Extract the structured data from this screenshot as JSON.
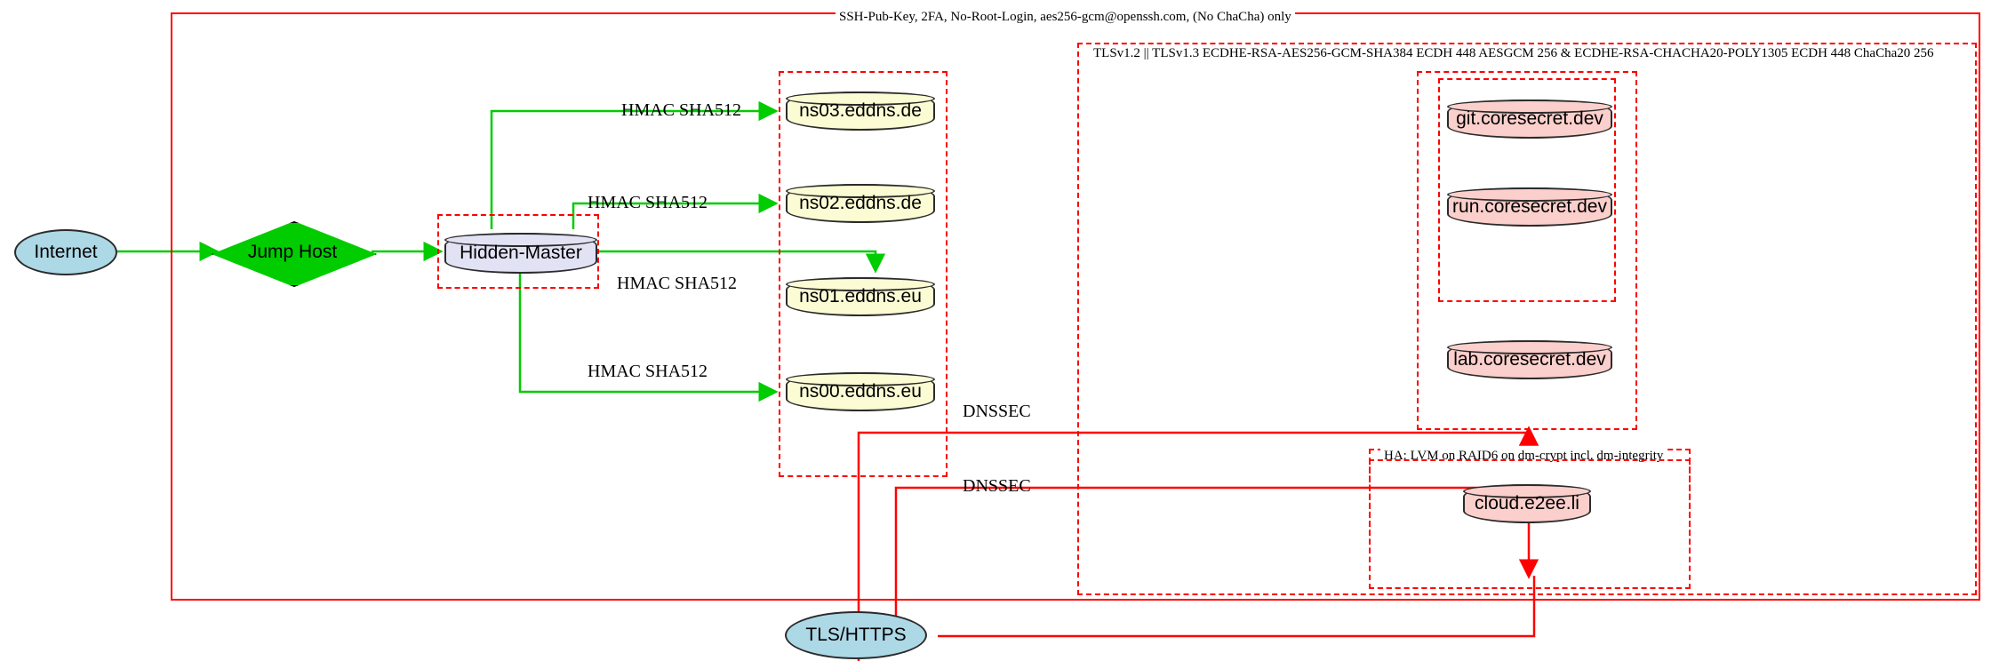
{
  "diagram": {
    "title": "Network security architecture",
    "clusters": [
      {
        "name": "ssh-perimeter",
        "label": "SSH-Pub-Key, 2FA, No-Root-Login, aes256-gcm@openssh.com, (No ChaCha) only"
      },
      {
        "name": "tls-perimeter",
        "label": "TLSv1.2 || TLSv1.3 ECDHE-RSA-AES256-GCM-SHA384 ECDH 448 AESGCM 256 & ECDHE-RSA-CHACHA20-POLY1305 ECDH 448 ChaCha20 256"
      },
      {
        "name": "ha-storage",
        "label": "HA: LVM on RAID6 on dm-crypt incl. dm-integrity"
      },
      {
        "name": "hidden-master-zone",
        "label": ""
      },
      {
        "name": "nameserver-zone",
        "label": ""
      },
      {
        "name": "coresecret-zone",
        "label": ""
      },
      {
        "name": "coresecret-inner-zone",
        "label": ""
      },
      {
        "name": "cloud-zone",
        "label": ""
      }
    ],
    "nodes": [
      {
        "name": "internet",
        "label": "Internet",
        "shape": "ellipse",
        "color": "#add8e6"
      },
      {
        "name": "jump-host",
        "label": "Jump Host",
        "shape": "diamond",
        "color": "#00cc00"
      },
      {
        "name": "hidden-master",
        "label": "Hidden-Master",
        "shape": "cylinder",
        "color": "#e2e2f5"
      },
      {
        "name": "ns03-eddns-de",
        "label": "ns03.eddns.de",
        "shape": "cylinder",
        "color": "#fbfbd4"
      },
      {
        "name": "ns02-eddns-de",
        "label": "ns02.eddns.de",
        "shape": "cylinder",
        "color": "#fbfbd4"
      },
      {
        "name": "ns01-eddns-eu",
        "label": "ns01.eddns.eu",
        "shape": "cylinder",
        "color": "#fbfbd4"
      },
      {
        "name": "ns00-eddns-eu",
        "label": "ns00.eddns.eu",
        "shape": "cylinder",
        "color": "#fbfbd4"
      },
      {
        "name": "git-coresecret",
        "label": "git.coresecret.dev",
        "shape": "cylinder",
        "color": "#fbcfcb"
      },
      {
        "name": "run-coresecret",
        "label": "run.coresecret.dev",
        "shape": "cylinder",
        "color": "#fbcfcb"
      },
      {
        "name": "lab-coresecret",
        "label": "lab.coresecret.dev",
        "shape": "cylinder",
        "color": "#fbcfcb"
      },
      {
        "name": "cloud-e2ee-li",
        "label": "cloud.e2ee.li",
        "shape": "cylinder",
        "color": "#fbcfcb"
      },
      {
        "name": "tls-https",
        "label": "TLS/HTTPS",
        "shape": "ellipse",
        "color": "#add8e6"
      }
    ],
    "edge_labels": [
      {
        "name": "hmac-ns03",
        "label": "HMAC SHA512"
      },
      {
        "name": "hmac-ns02",
        "label": "HMAC SHA512"
      },
      {
        "name": "hmac-ns01",
        "label": "HMAC SHA512"
      },
      {
        "name": "hmac-ns00",
        "label": "HMAC SHA512"
      },
      {
        "name": "dnssec-upper",
        "label": "DNSSEC"
      },
      {
        "name": "dnssec-lower",
        "label": "DNSSEC"
      }
    ],
    "colors": {
      "edge_green": "#00cc00",
      "edge_red": "#ff0000",
      "cluster_border": "#ff0000",
      "node_stroke": "#2b2b2b",
      "blue_fill": "#add8e6",
      "yellow_fill": "#fbfbd4",
      "pink_fill": "#fbcfcb",
      "lavender_fill": "#e2e2f5"
    }
  }
}
